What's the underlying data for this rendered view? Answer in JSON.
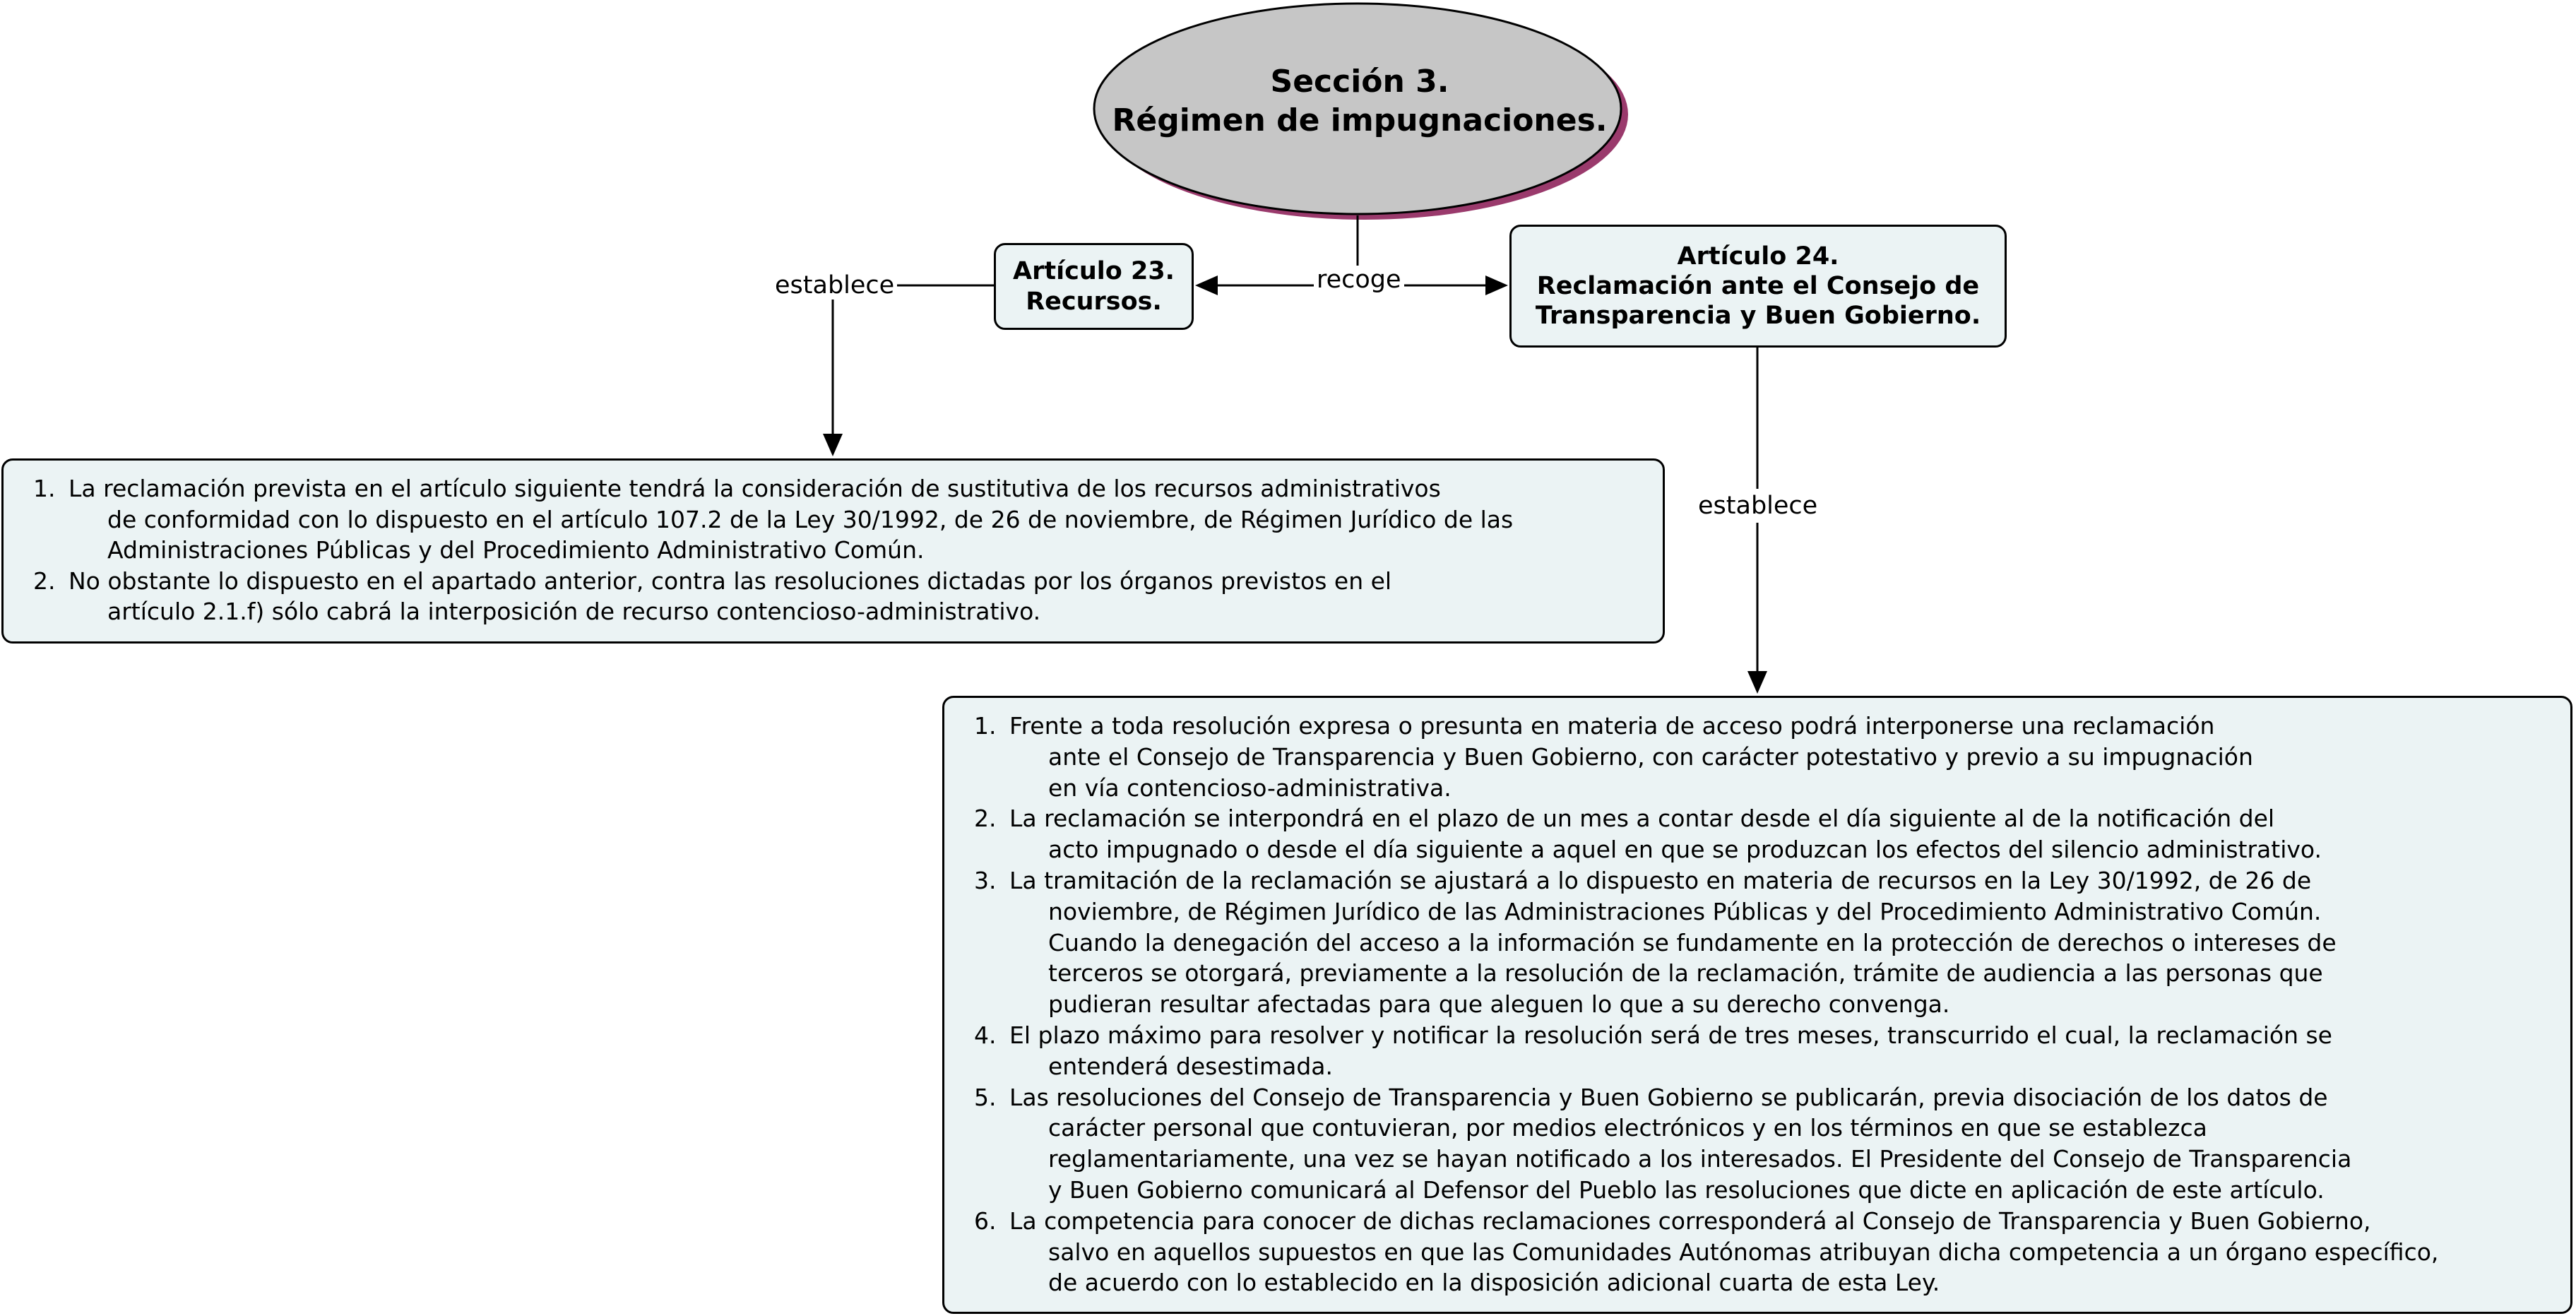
{
  "root": {
    "line1": "Sección 3.",
    "line2": "Régimen de impugnaciones."
  },
  "links": {
    "recoge": "recoge",
    "establece_left": "establece",
    "establece_right": "establece"
  },
  "articulo23": {
    "line1": "Artículo 23.",
    "line2": "Recursos."
  },
  "articulo24": {
    "line1": "Artículo 24.",
    "line2": "Reclamación ante el Consejo de",
    "line3": "Transparencia y Buen Gobierno."
  },
  "content23": {
    "items": [
      {
        "num": "1.",
        "lines": [
          "La reclamación prevista en el artículo siguiente tendrá la consideración de sustitutiva de los recursos administrativos",
          "de conformidad con lo dispuesto en el artículo 107.2 de la Ley 30/1992, de 26 de noviembre, de Régimen Jurídico de las",
          "Administraciones Públicas y del Procedimiento Administrativo Común."
        ]
      },
      {
        "num": "2.",
        "lines": [
          "No obstante lo dispuesto en el apartado anterior, contra las resoluciones dictadas por los órganos previstos en el",
          "artículo 2.1.f) sólo cabrá la interposición de recurso contencioso-administrativo."
        ]
      }
    ]
  },
  "content24": {
    "items": [
      {
        "num": "1.",
        "lines": [
          "Frente a toda resolución expresa o presunta en materia de acceso podrá interponerse una reclamación",
          "ante el Consejo de Transparencia y Buen Gobierno, con carácter potestativo y previo a su impugnación",
          "en vía contencioso-administrativa."
        ]
      },
      {
        "num": "2.",
        "lines": [
          "La reclamación se interpondrá en el plazo de un mes a contar desde el día siguiente al de la notificación del",
          "acto impugnado o desde el día siguiente a aquel en que se produzcan los efectos del silencio administrativo."
        ]
      },
      {
        "num": "3.",
        "lines": [
          "La tramitación de la reclamación se ajustará a lo dispuesto en materia de recursos en la Ley 30/1992, de 26 de",
          "noviembre, de Régimen Jurídico de las Administraciones Públicas y del Procedimiento Administrativo Común.",
          "Cuando la denegación del acceso a la información se fundamente en la protección de derechos o intereses de",
          "terceros se otorgará, previamente a la resolución de la reclamación, trámite de audiencia a las personas que",
          "pudieran resultar afectadas para que aleguen lo que a su derecho convenga."
        ]
      },
      {
        "num": "4.",
        "lines": [
          "El plazo máximo para resolver y notificar la resolución será de tres meses, transcurrido el cual, la reclamación se",
          "entenderá desestimada."
        ]
      },
      {
        "num": "5.",
        "lines": [
          "Las resoluciones del Consejo de Transparencia y Buen Gobierno se publicarán, previa disociación de los datos de",
          "carácter personal que contuvieran, por medios electrónicos y en los términos en que se establezca",
          "reglamentariamente, una vez se hayan notificado a los interesados. El Presidente del Consejo de Transparencia",
          "y Buen Gobierno comunicará al Defensor del Pueblo las resoluciones que dicte en aplicación de este artículo."
        ]
      },
      {
        "num": "6.",
        "lines": [
          "La competencia para conocer de dichas reclamaciones corresponderá al Consejo de Transparencia y Buen Gobierno,",
          "salvo en aquellos supuestos en que las Comunidades Autónomas atribuyan dicha competencia a un órgano específico,",
          "de acuerdo con lo establecido en la disposición adicional cuarta de esta Ley."
        ]
      }
    ]
  },
  "colors": {
    "ellipse_fill": "#c6c6c6",
    "ellipse_shadow": "#9a3a6c",
    "node_fill": "#ebf3f4",
    "line": "#000000"
  }
}
